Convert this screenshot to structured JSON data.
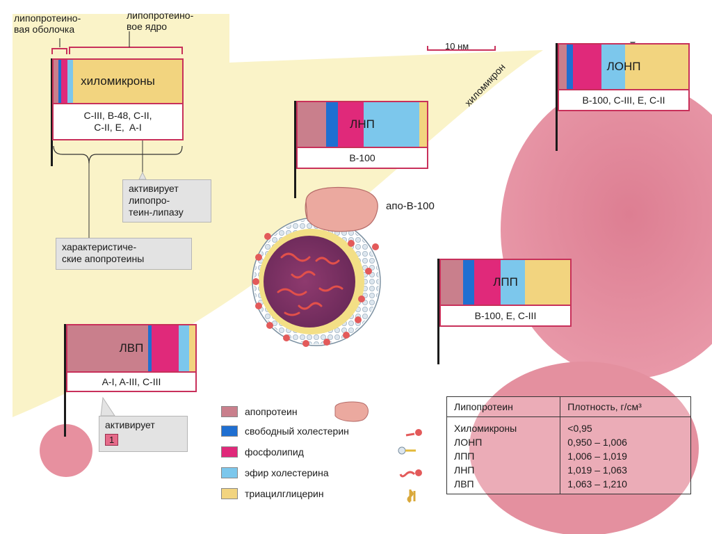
{
  "legend": {
    "items": [
      {
        "label": "апопротеин",
        "color": "#c97f8c",
        "icon": "apoprotein-blob-icon"
      },
      {
        "label": "свободный холестерин",
        "color": "#1f6fd1",
        "icon": "cholesterol-molecule-icon"
      },
      {
        "label": "фосфолипид",
        "color": "#e0297a",
        "icon": "phospholipid-molecule-icon"
      },
      {
        "label": "эфир холестерина",
        "color": "#7cc7ec",
        "icon": "cholesterol-ester-molecule-icon"
      },
      {
        "label": "триацилглицерин",
        "color": "#f2d47f",
        "icon": "triacylglycerol-molecule-icon"
      }
    ]
  },
  "labels": {
    "shell": "липопротеино-\nвая оболочка",
    "core": "липопротеино-\nвое ядро",
    "scale": "10 нм",
    "chylomicron_path": "хиломикрон",
    "apo_b100": "апо-B-100",
    "characteristic": "характеристиче-\nские апопротеины",
    "activates_lpl": "активирует\nлипопро-\nтеин-липазу",
    "activates": "активирует",
    "activates_num": "1"
  },
  "particles": {
    "chylo": {
      "name": "хиломикроны",
      "apo": "C-III, B-48, C-II,\nC-II, E,  A-I",
      "segments": [
        {
          "c": "#c97f8c",
          "w": 4
        },
        {
          "c": "#1f6fd1",
          "w": 2
        },
        {
          "c": "#e0297a",
          "w": 5
        },
        {
          "c": "#7cc7ec",
          "w": 4
        },
        {
          "c": "#f2d47f",
          "w": 85
        }
      ]
    },
    "lonp": {
      "name": "ЛОНП",
      "apo": "B-100, C-III, E, C-II",
      "segments": [
        {
          "c": "#c97f8c",
          "w": 6
        },
        {
          "c": "#1f6fd1",
          "w": 5
        },
        {
          "c": "#e0297a",
          "w": 22
        },
        {
          "c": "#7cc7ec",
          "w": 18
        },
        {
          "c": "#f2d47f",
          "w": 49
        }
      ]
    },
    "lnp": {
      "name": "ЛНП",
      "apo": "B-100",
      "segments": [
        {
          "c": "#c97f8c",
          "w": 22
        },
        {
          "c": "#1f6fd1",
          "w": 9
        },
        {
          "c": "#e0297a",
          "w": 20
        },
        {
          "c": "#7cc7ec",
          "w": 43
        },
        {
          "c": "#f2d47f",
          "w": 6
        }
      ]
    },
    "lpp": {
      "name": "ЛПП",
      "apo": "B-100, E,  C-III",
      "segments": [
        {
          "c": "#c97f8c",
          "w": 17
        },
        {
          "c": "#1f6fd1",
          "w": 9
        },
        {
          "c": "#e0297a",
          "w": 20
        },
        {
          "c": "#7cc7ec",
          "w": 19
        },
        {
          "c": "#f2d47f",
          "w": 35
        }
      ]
    },
    "lvp": {
      "name": "ЛВП",
      "apo": "A-I, A-III, C-III",
      "segments": [
        {
          "c": "#c97f8c",
          "w": 63
        },
        {
          "c": "#1f6fd1",
          "w": 3
        },
        {
          "c": "#e0297a",
          "w": 21
        },
        {
          "c": "#7cc7ec",
          "w": 8
        },
        {
          "c": "#f2d47f",
          "w": 5
        }
      ]
    }
  },
  "density_table": {
    "headers": [
      "Липопротеин",
      "Плотность, г/см³"
    ],
    "rows": [
      [
        "Хиломикроны",
        "<0,95"
      ],
      [
        "ЛОНП",
        "0,950 – 1,006"
      ],
      [
        "ЛПП",
        "1,006 – 1,019"
      ],
      [
        "ЛНП",
        "1,019 – 1,063"
      ],
      [
        "ЛВП",
        "1,063 – 1,210"
      ]
    ]
  }
}
